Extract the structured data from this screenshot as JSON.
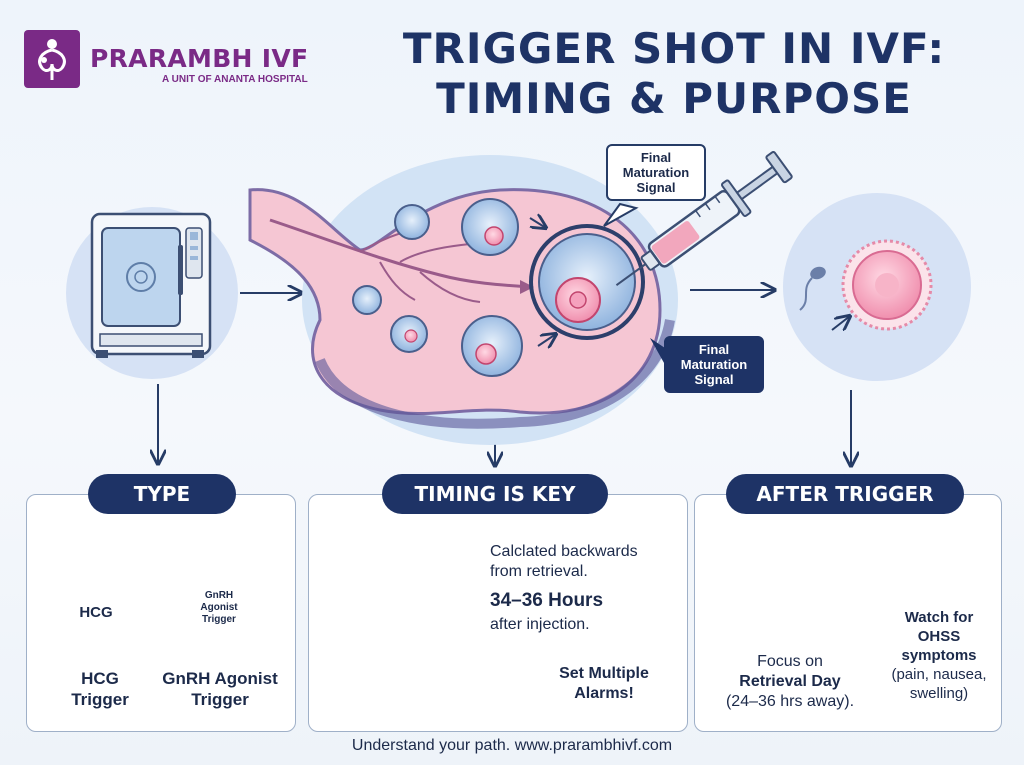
{
  "brand": {
    "name": "PRARAMBH IVF",
    "subtitle": "A UNIT OF ANANTA HOSPITAL"
  },
  "title": {
    "line1": "TRIGGER SHOT IN IVF:",
    "line2": "TIMING & PURPOSE"
  },
  "callouts": {
    "top_line1": "Final",
    "top_line2": "Maturation",
    "top_line3": "Signal",
    "bottom_line1": "Final",
    "bottom_line2": "Maturation",
    "bottom_line3": "Signal"
  },
  "type_panel": {
    "heading": "TYPE",
    "vial1_label": "HCG",
    "vial2_label_line1": "GnRH",
    "vial2_label_line2": "Agonist",
    "vial2_label_line3": "Trigger",
    "caption1_line1": "HCG",
    "caption1_line2": "Trigger",
    "caption2_line1": "GnRH Agonist",
    "caption2_line2": "Trigger"
  },
  "timing_panel": {
    "heading": "TIMING IS KEY",
    "text_line1": "Calclated backwards",
    "text_line2": "from retrieval.",
    "hours": "34–36 Hours",
    "after": "after injection.",
    "alarm_line1": "Set Multiple",
    "alarm_line2": "Alarms!"
  },
  "after_panel": {
    "heading": "AFTER TRIGGER",
    "focus_line1": "Focus on",
    "focus_line2": "Retrieval Day",
    "focus_line3": "(24–36 hrs away).",
    "watch_line1": "Watch for",
    "watch_line2": "OHSS",
    "watch_line3": "symptoms",
    "watch_line4": "(pain, nausea,",
    "watch_line5": "swelling)"
  },
  "footer": "Understand your path. www.prarambhivf.com",
  "colors": {
    "navy": "#1e3366",
    "brand_purple": "#7a2a86",
    "pink": "#e8a3bf",
    "light_blue": "#cfe0f3"
  },
  "icons": [
    "logo-icon",
    "incubator-icon",
    "ovary-icon",
    "syringe-icon",
    "egg-sperm-icon",
    "vial-icon",
    "clock-icon",
    "alarm-clock-icon",
    "microscope-lab-icon",
    "ohss-egg-icon"
  ]
}
